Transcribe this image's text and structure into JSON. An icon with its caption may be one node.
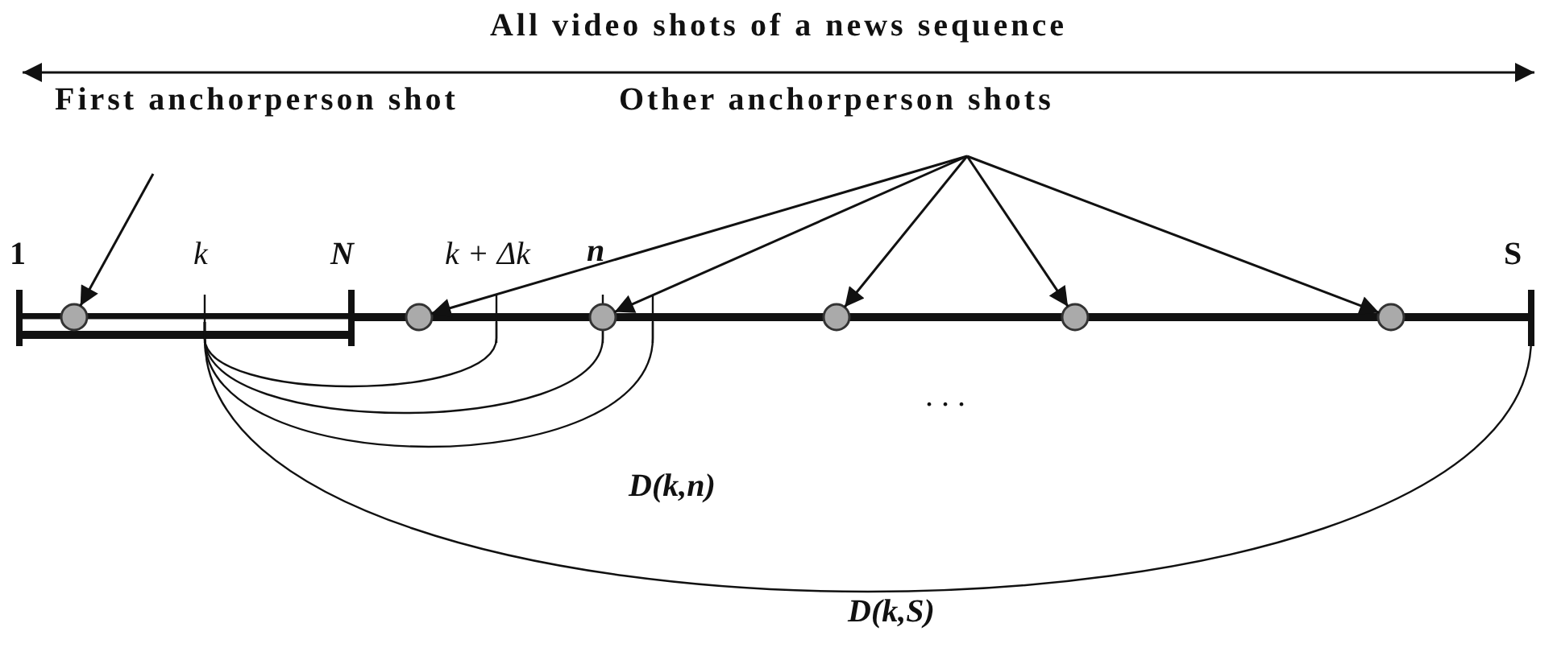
{
  "diagram": {
    "title": "All video shots of a news sequence",
    "nodes": [
      {
        "text": [
          "First anchorperson shot"
        ]
      },
      {
        "text": [
          "Other anchorperson shots"
        ]
      },
      {
        "text": [],
        "shape": "circle"
      },
      {
        "text": [],
        "shape": "circle"
      },
      {
        "text": [],
        "shape": "circle"
      },
      {
        "text": [],
        "shape": "circle"
      },
      {
        "text": [],
        "shape": "circle"
      },
      {
        "text": [],
        "shape": "circle"
      }
    ],
    "edges": [
      {
        "from": 0,
        "to": 2,
        "arrow": "to"
      },
      {
        "from": 1,
        "to": 3,
        "arrow": "to"
      },
      {
        "from": 1,
        "to": 4,
        "arrow": "to"
      },
      {
        "from": 1,
        "to": 5,
        "arrow": "to"
      },
      {
        "from": 1,
        "to": 6,
        "arrow": "to"
      },
      {
        "from": 1,
        "to": 7,
        "arrow": "to"
      }
    ],
    "labels": [
      "1",
      "k",
      "N",
      "k + Δk",
      "n",
      "S",
      ". . .",
      "D(k,n)",
      "D(k,S)"
    ]
  }
}
